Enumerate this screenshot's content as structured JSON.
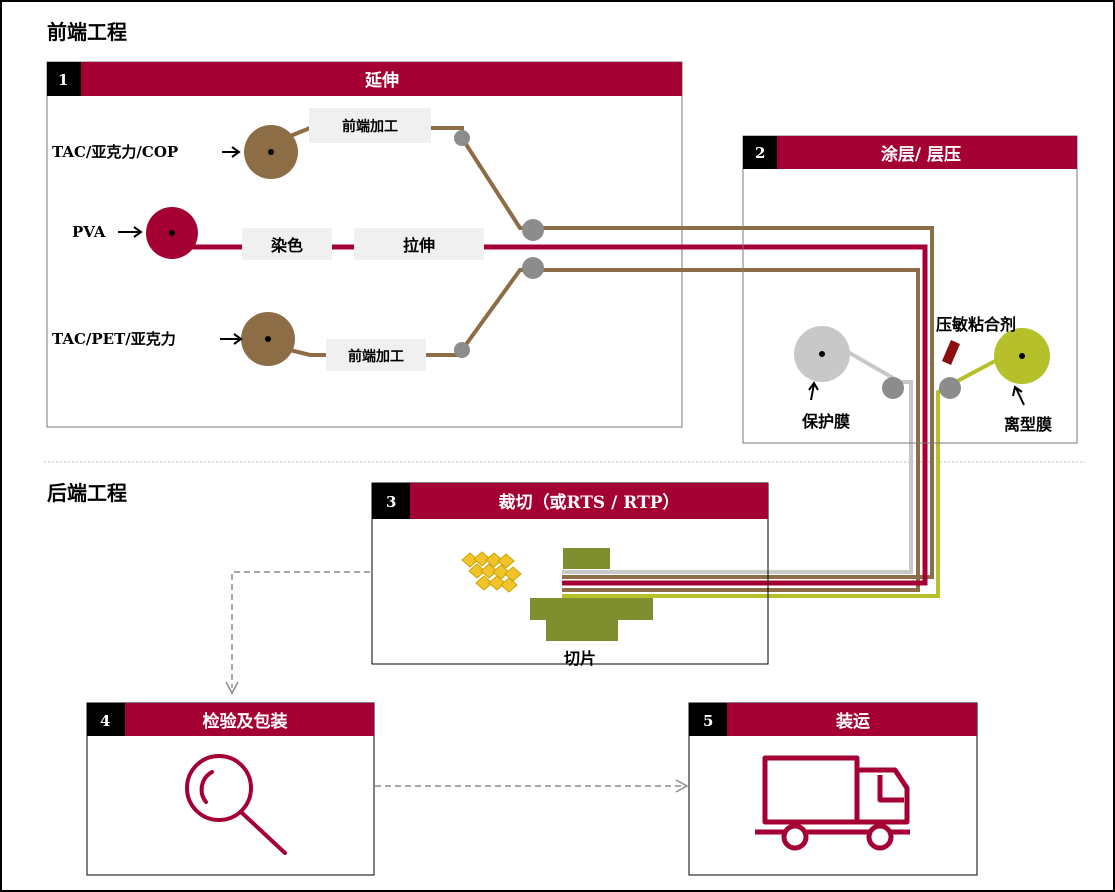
{
  "sections": {
    "front": "前端工程",
    "back": "后端工程"
  },
  "steps": [
    {
      "num": "1",
      "title": "延伸"
    },
    {
      "num": "2",
      "title": "涂层/ 层压"
    },
    {
      "num": "3",
      "title": "裁切（或RTS / RTP）"
    },
    {
      "num": "4",
      "title": "检验及包装"
    },
    {
      "num": "5",
      "title": "装运"
    }
  ],
  "stretch": {
    "input_top": "TAC/亚克力/COP",
    "input_mid": "PVA",
    "input_bottom": "TAC/PET/亚克力",
    "front_process_top": "前端加工",
    "front_process_bottom": "前端加工",
    "dye": "染色",
    "stretch": "拉伸"
  },
  "coating": {
    "adhesive": "压敏粘合剂",
    "protective_film": "保护膜",
    "release_film": "离型膜"
  },
  "cutting": {
    "slice": "切片"
  },
  "colors": {
    "accent": "#a50034",
    "brown": "#8c6d45",
    "olive": "#7f8f2f",
    "lime": "#b5c02a",
    "gray": "#c8c8c8",
    "dark_gray": "#8c8c8c"
  }
}
